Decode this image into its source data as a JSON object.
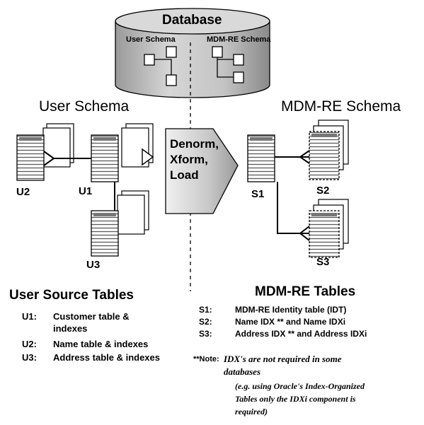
{
  "database": {
    "title": "Database",
    "user_schema_label": "User Schema",
    "mdm_schema_label": "MDM-RE Schema"
  },
  "left": {
    "heading": "User Schema",
    "tables": [
      "U2",
      "U1",
      "U3"
    ]
  },
  "process": {
    "line1": "Denorm,",
    "line2": "Xform,",
    "line3": "Load"
  },
  "right": {
    "heading": "MDM-RE Schema",
    "tables": [
      "S1",
      "S2",
      "S3"
    ]
  },
  "user_source": {
    "title": "User Source Tables",
    "items": [
      {
        "code": "U1:",
        "desc": "Customer table &",
        "desc2": "indexes"
      },
      {
        "code": "U2:",
        "desc": "Name table & indexes"
      },
      {
        "code": "U3:",
        "desc": "Address table & indexes"
      }
    ]
  },
  "mdm_tables": {
    "title": "MDM-RE Tables",
    "items": [
      {
        "code": "S1:",
        "desc": "MDM-RE Identity table (IDT)"
      },
      {
        "code": "S2:",
        "desc": "Name IDX ** and Name IDXi"
      },
      {
        "code": "S3:",
        "desc": "Address IDX ** and Address IDXi"
      }
    ]
  },
  "note": {
    "lead": "**Note:",
    "line1": "IDX's are not required in some",
    "line2": "databases",
    "line3": "(e.g. using Oracle's Index-Organized",
    "line4": "Tables only the IDXi component is",
    "line5": "required)"
  }
}
